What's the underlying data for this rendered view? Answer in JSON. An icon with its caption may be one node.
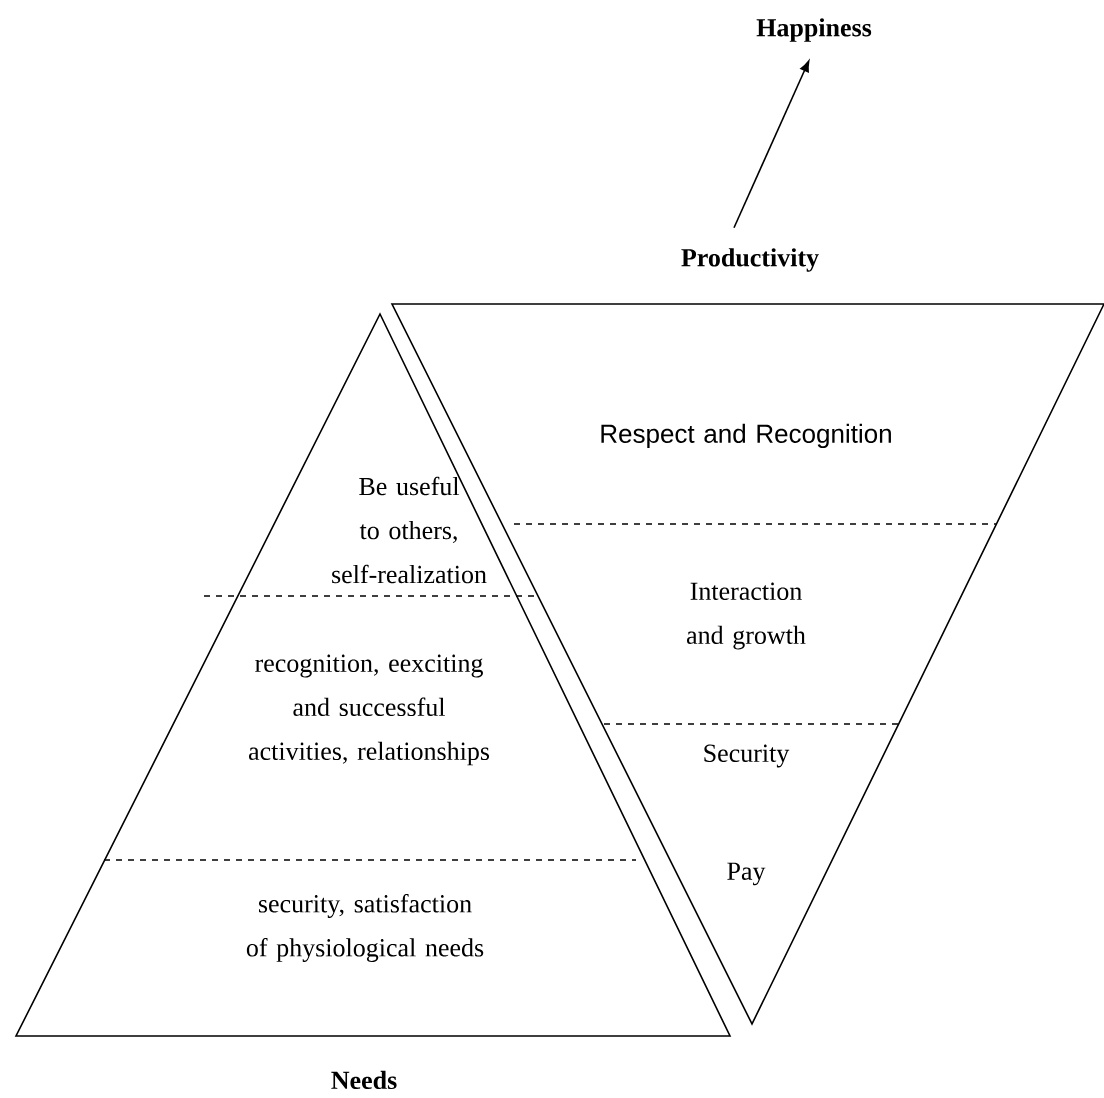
{
  "diagram": {
    "nodes": [
      {
        "text": [
          "Needs"
        ]
      },
      {
        "text": [
          "Be useful to others, self-realization"
        ],
        "in": 0
      },
      {
        "text": [
          "recognition, eexciting and successful activities, relationships"
        ],
        "in": 0
      },
      {
        "text": [
          "security, satisfaction of physiological needs"
        ],
        "in": 0
      },
      {
        "text": [
          "Productivity"
        ]
      },
      {
        "text": [
          "Respect and Recognition"
        ],
        "in": 4
      },
      {
        "text": [
          "Interaction and growth"
        ],
        "in": 4
      },
      {
        "text": [
          "Security"
        ],
        "in": 4
      },
      {
        "text": [
          "Pay"
        ],
        "in": 4
      },
      {
        "text": [
          "Happiness"
        ]
      }
    ],
    "edges": [
      {
        "from": 4,
        "to": 9,
        "arrow": "to"
      }
    ]
  }
}
